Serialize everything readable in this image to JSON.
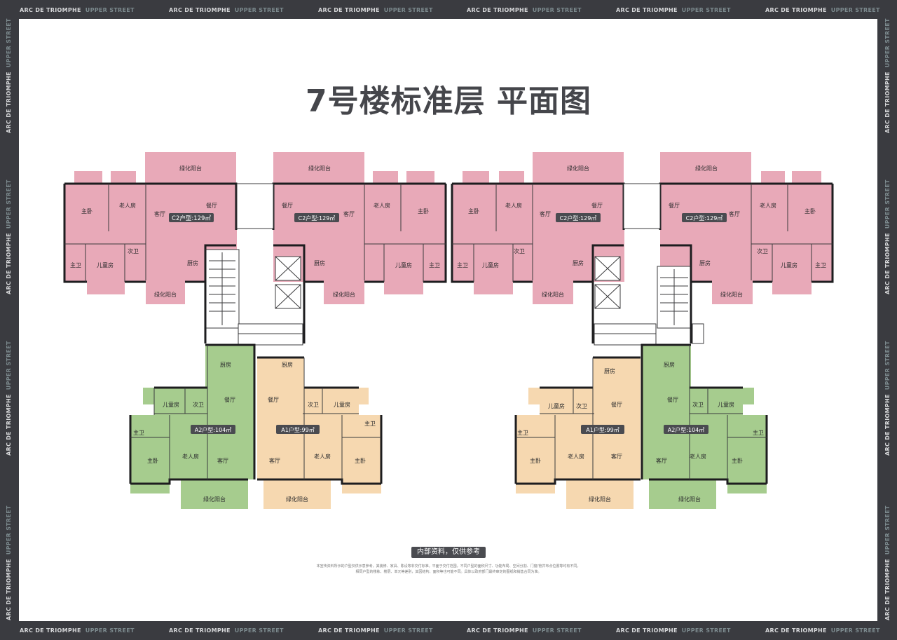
{
  "frame": {
    "brand": "ARC DE TRIOMPHE",
    "brand_sub": "UPPER STREET"
  },
  "title": "7号楼标准层 平面图",
  "units": {
    "c2": "C2户型:129㎡",
    "a2": "A2户型:104㎡",
    "a1": "A1户型:99㎡"
  },
  "rooms": {
    "green_balcony": "绿化阳台",
    "living": "客厅",
    "dining": "餐厅",
    "master": "主卧",
    "elder": "老人房",
    "child": "儿童房",
    "guest_bath": "次卫",
    "master_bath": "主卫",
    "kitchen": "厨房"
  },
  "note": {
    "badge": "内部资料，仅供参考",
    "line1": "本宣传资料所示的户型仅供示意参考，其装修、家具、陈设等非交付标准。平面于交付范围，不同户型的面积尺寸、功能布局、空间分割、门窗/管井布点位置等均有不同。",
    "line2": "相同户型的楼栋、楼层、单元等差别，其因结构、面积等也可能不同。具体以政府部门最终审定的图纸和销售合同为准。"
  },
  "colors": {
    "frame": "#3a3b40",
    "pink": "#e8a9b8",
    "green": "#a6cc8e",
    "beige": "#f6d8b0",
    "label_bg": "#4a4b50",
    "wall": "#1d1d1f"
  }
}
